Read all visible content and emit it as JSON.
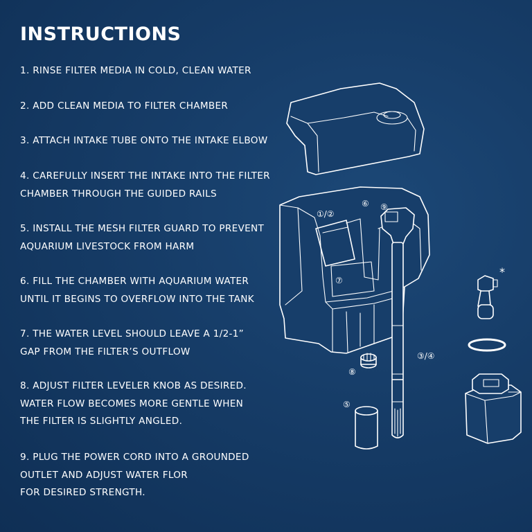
{
  "title": "INSTRUCTIONS",
  "steps": [
    {
      "lines": [
        "1. RINSE FILTER MEDIA IN COLD, CLEAN WATER"
      ]
    },
    {
      "lines": [
        "2. ADD CLEAN MEDIA TO FILTER CHAMBER"
      ]
    },
    {
      "lines": [
        "3. ATTACH INTAKE TUBE ONTO THE INTAKE ELBOW"
      ]
    },
    {
      "lines": [
        "4. CAREFULLY INSERT THE INTAKE INTO THE FILTER",
        "CHAMBER THROUGH THE GUIDED RAILS"
      ]
    },
    {
      "lines": [
        "5. INSTALL THE MESH FILTER GUARD TO PREVENT",
        "AQUARIUM LIVESTOCK FROM HARM"
      ]
    },
    {
      "lines": [
        "6. FILL THE CHAMBER WITH AQUARIUM WATER",
        "UNTIL IT BEGINS TO OVERFLOW INTO THE TANK"
      ]
    },
    {
      "lines": [
        "7. THE WATER LEVEL SHOULD LEAVE A 1/2-1”",
        "GAP FROM THE FILTER’S OUTFLOW"
      ]
    },
    {
      "lines": [
        "8. ADJUST FILTER LEVELER KNOB AS DESIRED.",
        "WATER FLOW BECOMES MORE GENTLE WHEN",
        "THE FILTER IS SLIGHTLY ANGLED."
      ]
    },
    {
      "lines": [
        "9. PLUG THE POWER CORD INTO A GROUNDED",
        "OUTLET AND ADJUST WATER FLOR",
        "FOR DESIRED STRENGTH."
      ]
    }
  ],
  "diagram": {
    "labels": {
      "media_chamber": "①/②",
      "item_6": "⑥",
      "item_9": "⑨",
      "item_7": "⑦",
      "intake": "③/④",
      "knob": "⑧",
      "sponge": "⑤",
      "spare": "*"
    }
  },
  "colors": {
    "background": "#163c67",
    "line": "#ffffff"
  }
}
